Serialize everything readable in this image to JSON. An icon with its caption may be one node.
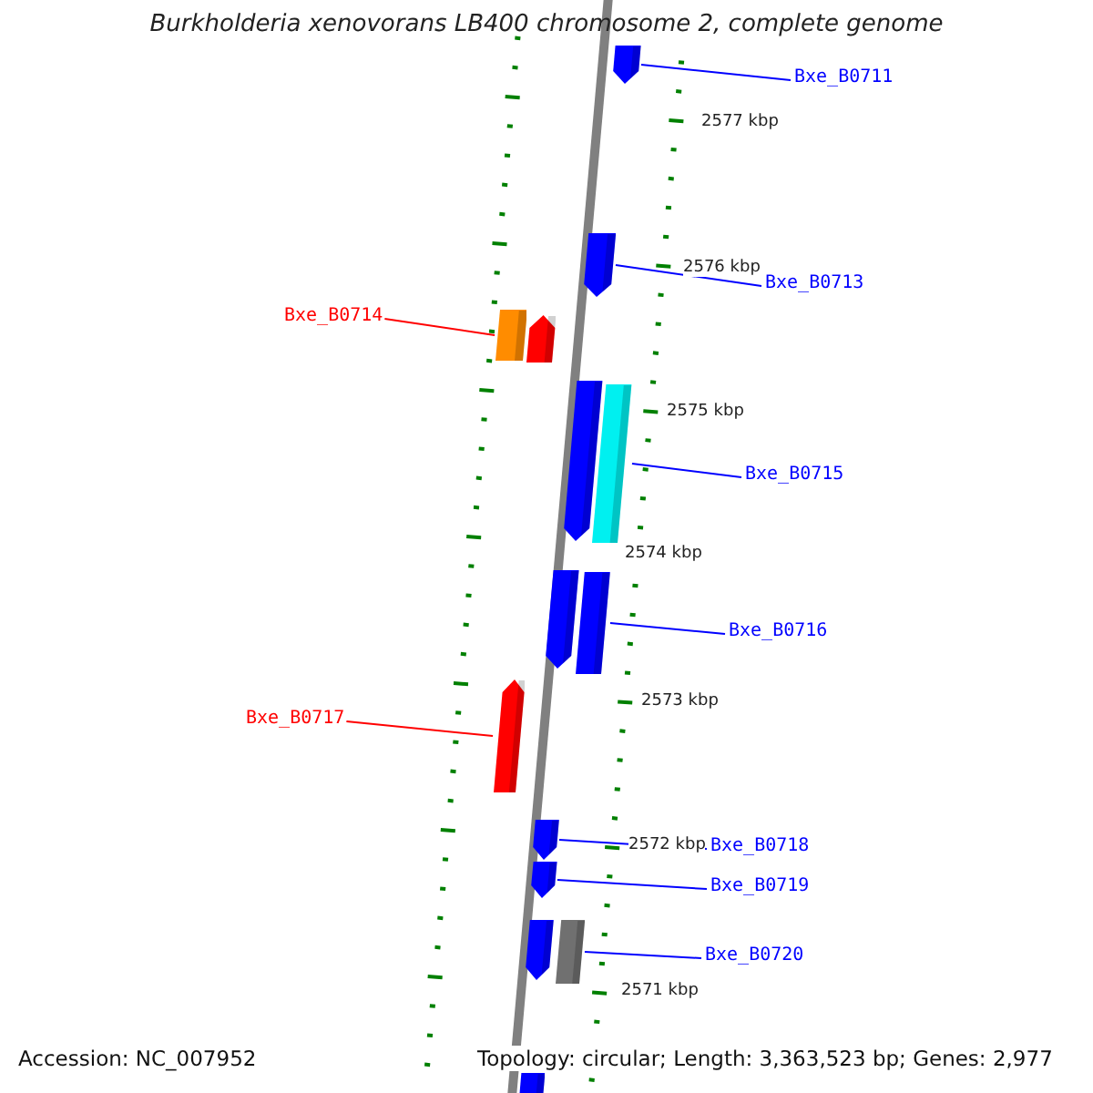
{
  "diagram": {
    "title": "Burkholderia xenovorans LB400 chromosome 2, complete genome",
    "nodes": [
      {
        "text": [],
        "shape": "bar"
      },
      {
        "text": [
          "Bxe_B0711"
        ]
      },
      {
        "text": [],
        "shape": "bar"
      },
      {
        "text": [
          "Bxe_B0713"
        ]
      },
      {
        "text": [
          "Bxe_B0714"
        ]
      },
      {
        "text": [],
        "shape": "bar"
      },
      {
        "text": [],
        "shape": "bar"
      },
      {
        "text": [],
        "shape": "bar"
      },
      {
        "text": [],
        "shape": "bar"
      },
      {
        "text": [
          "Bxe_B0715"
        ]
      },
      {
        "text": [],
        "shape": "bar"
      },
      {
        "text": [],
        "shape": "bar"
      },
      {
        "text": [
          "Bxe_B0716"
        ]
      },
      {
        "text": [],
        "shape": "bar"
      },
      {
        "text": [
          "Bxe_B0717"
        ]
      },
      {
        "text": [],
        "shape": "bar"
      },
      {
        "text": [
          "Bxe_B0718"
        ]
      },
      {
        "text": [],
        "shape": "bar"
      },
      {
        "text": [
          "Bxe_B0719"
        ]
      },
      {
        "text": [],
        "shape": "bar"
      },
      {
        "text": [],
        "shape": "bar"
      },
      {
        "text": [
          "Bxe_B0720"
        ]
      },
      {
        "text": [],
        "shape": "bar"
      }
    ],
    "edges": [
      {
        "from": 1,
        "to": 0,
        "arrow": "none"
      },
      {
        "from": 3,
        "to": 2,
        "arrow": "none"
      },
      {
        "from": 4,
        "to": 5,
        "arrow": "none",
        "color": "#ff0000"
      },
      {
        "from": 9,
        "to": 8,
        "arrow": "none"
      },
      {
        "from": 12,
        "to": 11,
        "arrow": "none"
      },
      {
        "from": 14,
        "to": 13,
        "arrow": "none",
        "color": "#ff0000"
      },
      {
        "from": 16,
        "to": 15,
        "arrow": "none"
      },
      {
        "from": 18,
        "to": 17,
        "arrow": "none"
      },
      {
        "from": 21,
        "to": 20,
        "arrow": "none"
      }
    ],
    "labels": [
      "2577 kbp",
      "2576 kbp",
      "2575 kbp",
      "2574 kbp",
      "2573 kbp",
      "2572 kbp",
      "2571 kbp",
      "Accession: NC_007952",
      "Topology: circular; Length: 3,363,523 bp; Genes: 2,977"
    ]
  }
}
